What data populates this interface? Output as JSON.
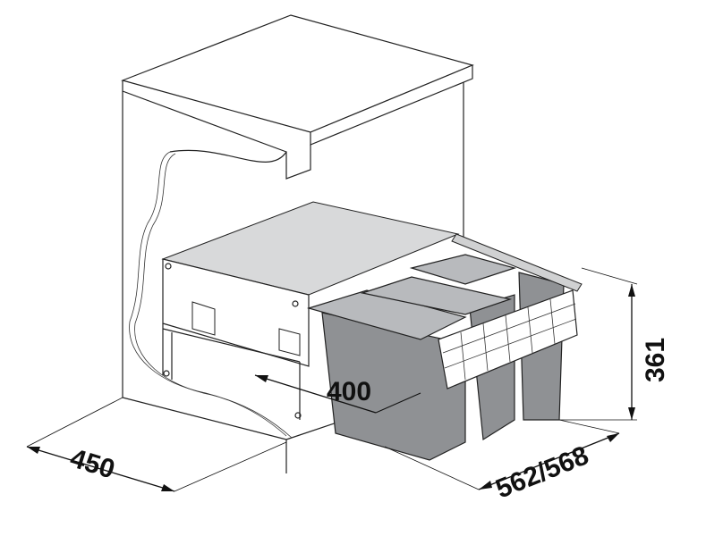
{
  "dimensions": {
    "drawer_depth": "400",
    "cabinet_depth": "450",
    "cabinet_width": "562/568",
    "height": "361"
  }
}
